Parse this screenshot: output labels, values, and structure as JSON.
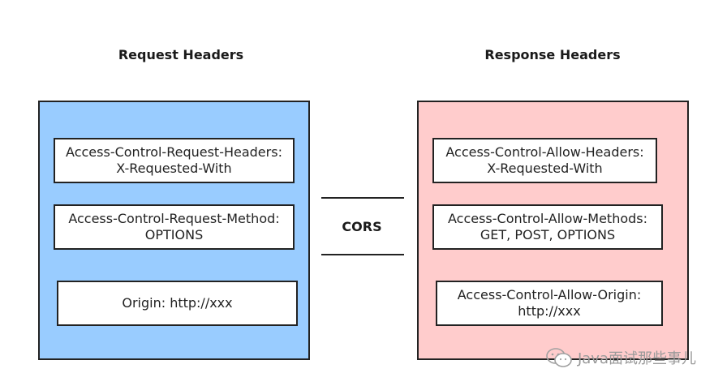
{
  "request": {
    "title": "Request Headers",
    "color": "#99ccff",
    "items": [
      {
        "line1": "Access-Control-Request-Headers:",
        "line2": "X-Requested-With"
      },
      {
        "line1": "Access-Control-Request-Method:",
        "line2": "OPTIONS"
      },
      {
        "line1": "Origin: http://xxx",
        "line2": ""
      }
    ]
  },
  "response": {
    "title": "Response Headers",
    "color": "#ffcccc",
    "items": [
      {
        "line1": "Access-Control-Allow-Headers:",
        "line2": "X-Requested-With"
      },
      {
        "line1": "Access-Control-Allow-Methods:",
        "line2": "GET, POST, OPTIONS"
      },
      {
        "line1": "Access-Control-Allow-Origin:",
        "line2": "http://xxx"
      }
    ]
  },
  "link_label": "CORS",
  "watermark": {
    "text": "Java面试那些事儿",
    "icon": "wechat-icon"
  }
}
